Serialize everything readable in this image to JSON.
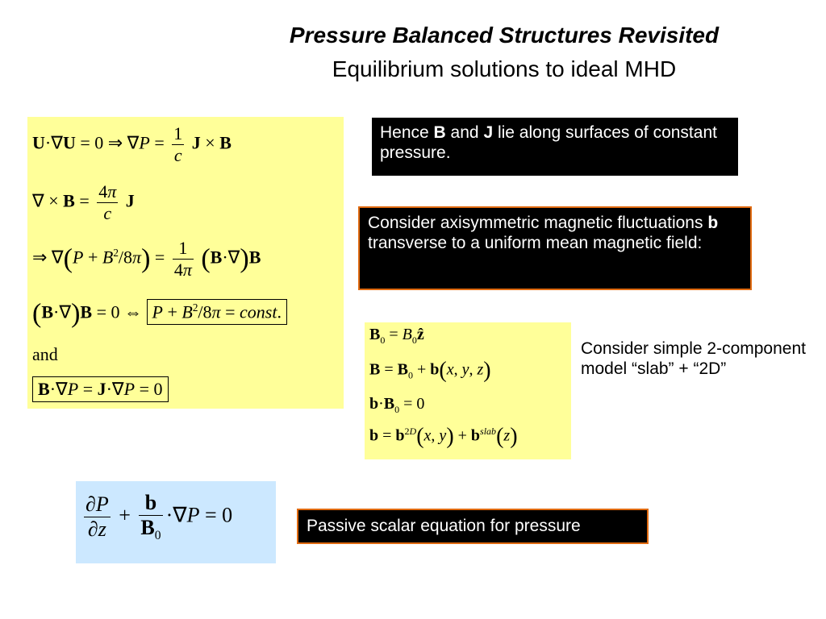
{
  "title": {
    "main": "Pressure Balanced Structures Revisited",
    "subtitle": "Equilibrium solutions to ideal MHD"
  },
  "left_box": {
    "and_label": "and"
  },
  "notes": {
    "hence": "Hence B and J lie along surfaces of constant pressure.",
    "hence_parts": [
      "Hence ",
      "B",
      " and ",
      "J",
      " lie along surfaces of constant pressure."
    ],
    "consider_axis_parts": [
      "Consider axisymmetric magnetic fluctuations ",
      "b",
      " transverse to a uniform mean magnetic field:"
    ],
    "consider_simple": "Consider simple 2-component model “slab” + “2D”",
    "passive": "Passive scalar equation for pressure"
  },
  "colors": {
    "yellow_box": "#ffff99",
    "blue_box": "#cce8ff",
    "note_border": "#e06a10"
  }
}
